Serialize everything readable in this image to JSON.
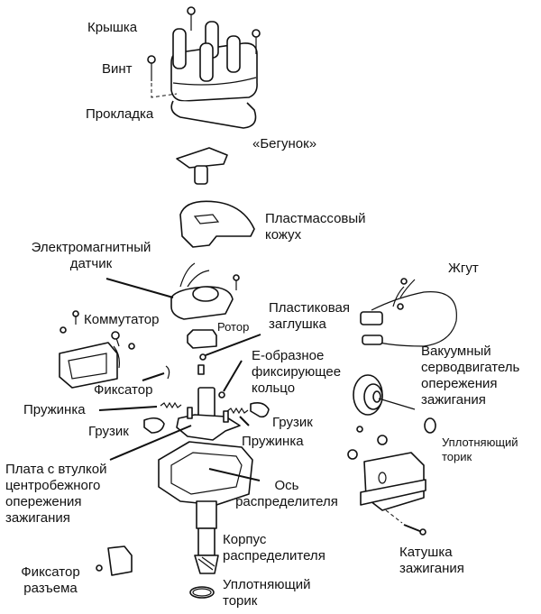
{
  "diagram": {
    "subject": "Exploded view of ignition distributor",
    "labels": {
      "cap": "Крышка",
      "screw": "Винт",
      "gasket": "Прокладка",
      "rotor_arm": "«Бегунок»",
      "plastic_cover_1": "Пластмассовый",
      "plastic_cover_2": "кожух",
      "pickup_1": "Электромагнитный",
      "pickup_2": "датчик",
      "harness": "Жгут",
      "igniter": "Коммутатор",
      "rotor": "Ротор",
      "plastic_plug_1": "Пластиковая",
      "plastic_plug_2": "заглушка",
      "e_ring_1": "Е-образное",
      "e_ring_2": "фиксирующее",
      "e_ring_3": "кольцо",
      "vacuum_1": "Вакуумный",
      "vacuum_2": "серводвигатель",
      "vacuum_3": "опережения",
      "vacuum_4": "зажигания",
      "clip": "Фиксатор",
      "spring_left": "Пружинка",
      "weight_left": "Грузик",
      "weight_right": "Грузик",
      "spring_right": "Пружинка",
      "o_ring_right_1": "Уплотняющий",
      "o_ring_right_2": "торик",
      "governor_plate_1": "Плата с втулкой",
      "governor_plate_2": "центробежного",
      "governor_plate_3": "опережения",
      "governor_plate_4": "зажигания",
      "shaft_1": "Ось",
      "shaft_2": "распределителя",
      "housing_1": "Корпус",
      "housing_2": "распределителя",
      "connector_clamp_1": "Фиксатор",
      "connector_clamp_2": "разъема",
      "o_ring_bottom_1": "Уплотняющий",
      "o_ring_bottom_2": "торик",
      "ignition_coil_1": "Катушка",
      "ignition_coil_2": "зажигания"
    }
  }
}
